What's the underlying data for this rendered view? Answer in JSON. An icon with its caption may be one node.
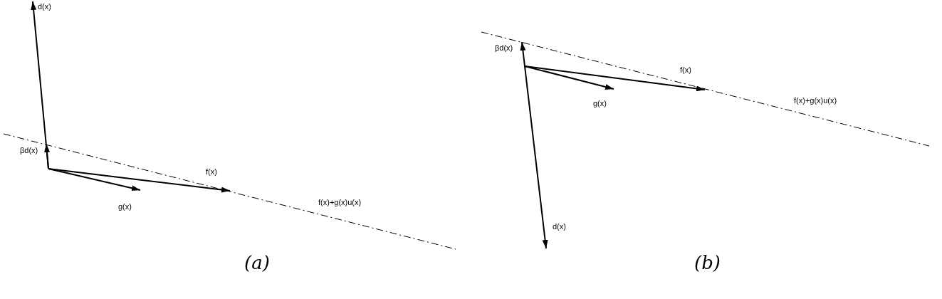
{
  "diagram": {
    "labels": [
      "d(x)",
      "βd(x)",
      "f(x)",
      "g(x)",
      "f(x)+g(x)u(x)",
      "(a)",
      "βd(x)",
      "f(x)",
      "g(x)",
      "f(x)+g(x)u(x)",
      "d(x)",
      "(b)"
    ]
  }
}
